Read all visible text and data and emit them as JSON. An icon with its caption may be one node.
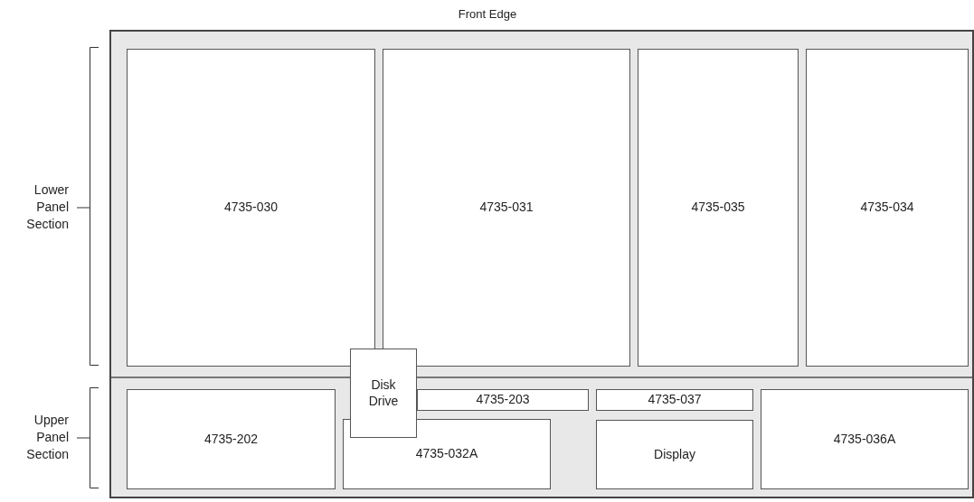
{
  "diagram": {
    "nodes": [
      {
        "text": [
          "Front Edge"
        ]
      },
      {
        "text": [
          "4735-030"
        ],
        "in": 0
      },
      {
        "text": [
          "4735-031"
        ],
        "in": 0
      },
      {
        "text": [
          "4735-035"
        ],
        "in": 0
      },
      {
        "text": [
          "4735-034"
        ],
        "in": 0
      },
      {
        "text": [
          "4735-202"
        ],
        "in": 0
      },
      {
        "text": [
          "4735-203"
        ],
        "in": 0
      },
      {
        "text": [
          "4735-037"
        ],
        "in": 0
      },
      {
        "text": [
          "4735-036A"
        ],
        "in": 0
      },
      {
        "text": [
          "4735-032A"
        ],
        "in": 0
      },
      {
        "text": [
          "Display"
        ],
        "in": 0
      },
      {
        "text": [
          "Disk Drive"
        ],
        "in": 0
      }
    ],
    "labels": [
      "Lower Panel Section",
      "Upper Panel Section"
    ]
  }
}
